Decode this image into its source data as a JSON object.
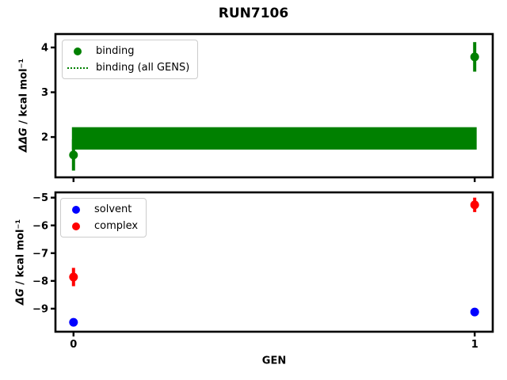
{
  "title": "RUN7106",
  "xlabel": "GEN",
  "chart_data": [
    {
      "type": "scatter",
      "panel": "top",
      "ylabel": "ΔΔG / kcal mol⁻¹",
      "ylabel_math": "ΔΔG",
      "ylabel_units": " / kcal mol⁻¹",
      "xlim": [
        -0.045,
        1.045
      ],
      "ylim": [
        1.1,
        4.3
      ],
      "yticks": [
        2,
        3,
        4
      ],
      "xticks": [
        0,
        1
      ],
      "xticklabels": [],
      "grid": false,
      "legend": {
        "position": "upper left",
        "entries": [
          {
            "label": "binding",
            "swatch": "dot",
            "color": "#008000"
          },
          {
            "label": "binding (all GENS)",
            "swatch": "dotted-line",
            "color": "#008000"
          }
        ]
      },
      "series": [
        {
          "name": "binding (all GENS)",
          "style": "band",
          "linestyle": "dotted",
          "color": "#008000",
          "x": [
            0,
            1
          ],
          "center": 1.97,
          "low": 1.72,
          "high": 2.22
        },
        {
          "name": "binding",
          "style": "points",
          "color": "#008000",
          "x": [
            0,
            1
          ],
          "y": [
            1.6,
            3.79
          ],
          "yerr": [
            0.35,
            0.33
          ]
        }
      ]
    },
    {
      "type": "scatter",
      "panel": "bottom",
      "xlabel": "GEN",
      "ylabel": "ΔG / kcal mol⁻¹",
      "ylabel_math": "ΔG",
      "ylabel_units": " / kcal mol⁻¹",
      "xlim": [
        -0.045,
        1.045
      ],
      "ylim": [
        -9.83,
        -4.81
      ],
      "yticks": [
        -9,
        -8,
        -7,
        -6,
        -5
      ],
      "xticks": [
        0,
        1
      ],
      "xticklabels": [
        "0",
        "1"
      ],
      "grid": false,
      "legend": {
        "position": "upper left",
        "entries": [
          {
            "label": "solvent",
            "swatch": "dot",
            "color": "#0000ff"
          },
          {
            "label": "complex",
            "swatch": "dot",
            "color": "#ff0000"
          }
        ]
      },
      "series": [
        {
          "name": "solvent",
          "style": "points",
          "color": "#0000ff",
          "x": [
            0,
            1
          ],
          "y": [
            -9.49,
            -9.12
          ],
          "yerr": [
            0.06,
            0.05
          ]
        },
        {
          "name": "complex",
          "style": "points",
          "color": "#ff0000",
          "x": [
            0,
            1
          ],
          "y": [
            -7.86,
            -5.26
          ],
          "yerr": [
            0.33,
            0.26
          ]
        }
      ]
    }
  ]
}
